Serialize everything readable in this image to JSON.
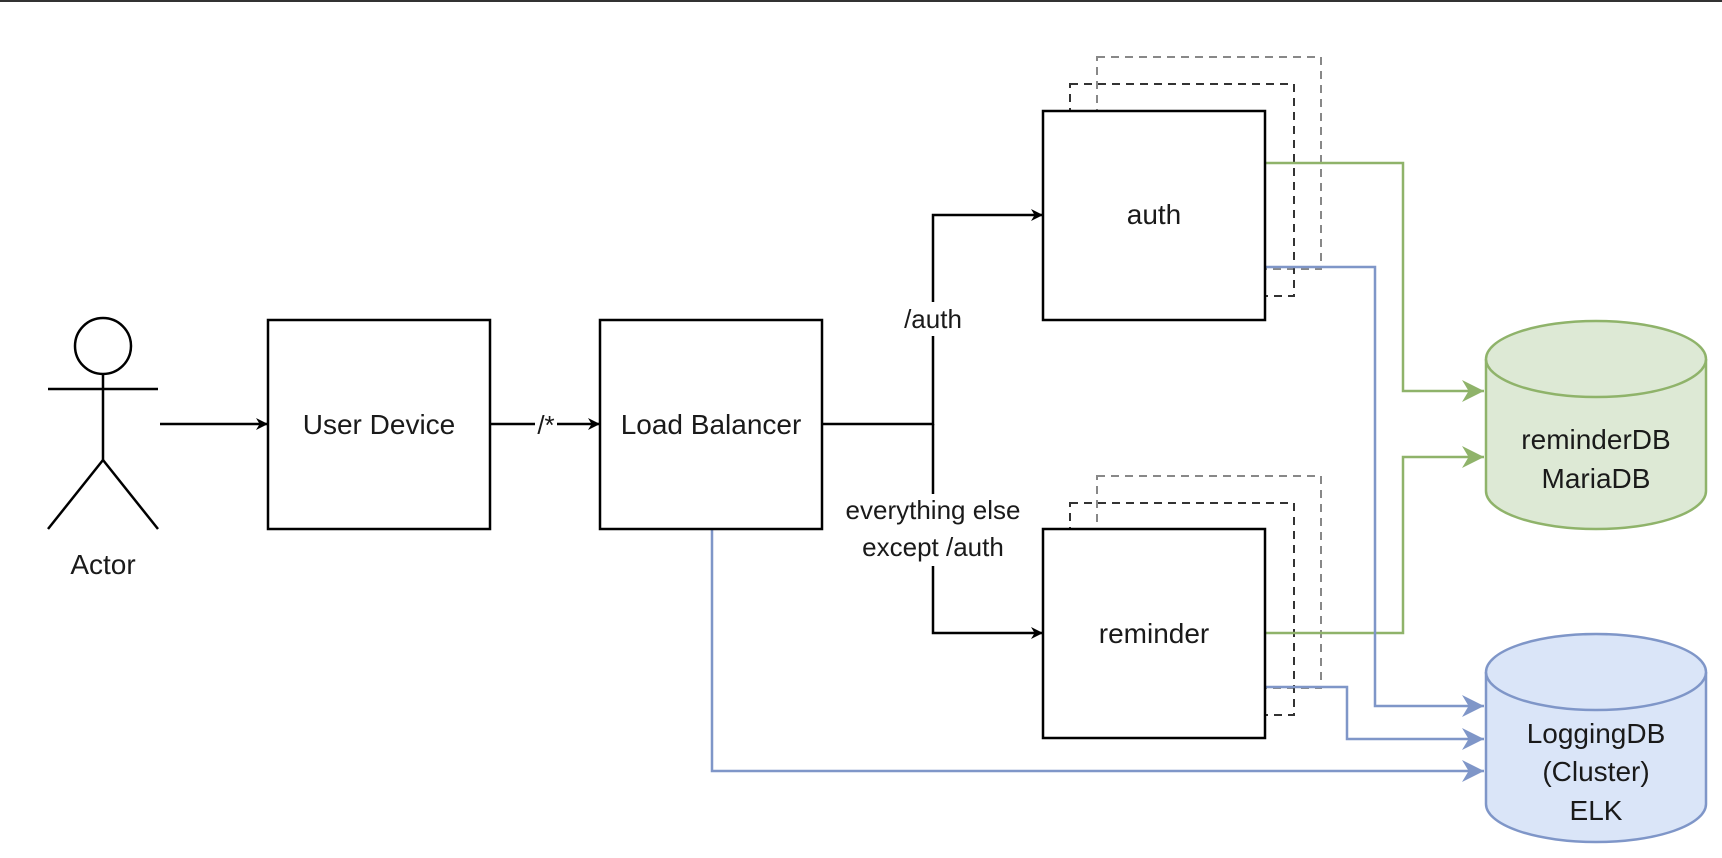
{
  "nodes": {
    "actor": "Actor",
    "user_device": "User Device",
    "load_balancer": "Load Balancer",
    "auth": "auth",
    "reminder": "reminder",
    "reminder_db": {
      "line1": "reminderDB",
      "line2": "MariaDB"
    },
    "logging_db": {
      "line1": "LoggingDB",
      "line2": "(Cluster)",
      "line3": "ELK"
    }
  },
  "edges": {
    "device_to_lb": "/*",
    "lb_to_auth": "/auth",
    "lb_to_reminder": {
      "line1": "everything else",
      "line2": "except /auth"
    }
  },
  "colors": {
    "stroke": "#000000",
    "green_stroke": "#8fb36a",
    "green_fill": "#dde9d5",
    "blue_stroke": "#7f96c8",
    "blue_fill": "#dae5f8",
    "dashed": "#555555"
  }
}
